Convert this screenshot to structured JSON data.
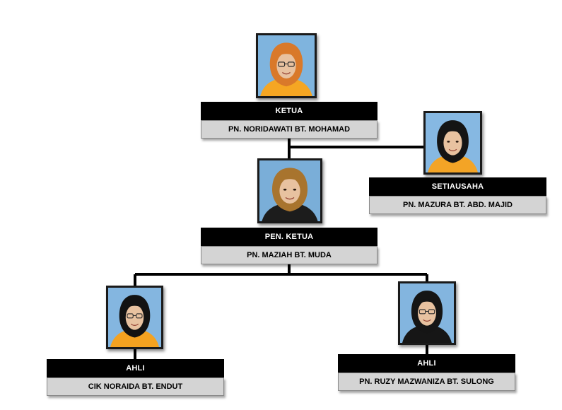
{
  "colors": {
    "role_bar": "#000000",
    "name_bar": "#d4d4d4",
    "connector": "#000000"
  },
  "members": [
    {
      "role": "KETUA",
      "name": "PN. NORIDAWATI BT. MOHAMAD",
      "photo": {
        "headscarf": "#d9792a",
        "background": "#7fb4de",
        "shirt": "#f5a623",
        "glasses": true
      }
    },
    {
      "role": "SETIAUSAHA",
      "name": "PN. MAZURA BT. ABD. MAJID",
      "photo": {
        "headscarf": "#141414",
        "background": "#86b8e2",
        "shirt": "#f3a426",
        "glasses": false
      }
    },
    {
      "role": "PEN. KETUA",
      "name": "PN. MAZIAH BT. MUDA",
      "photo": {
        "headscarf": "#a8742e",
        "background": "#7aaed8",
        "shirt": "#1c1c1c",
        "glasses": false
      }
    },
    {
      "role": "AHLI",
      "name": "CIK NORAIDA BT. ENDUT",
      "photo": {
        "headscarf": "#121212",
        "background": "#84b6e0",
        "shirt": "#f4a220",
        "glasses": true
      }
    },
    {
      "role": "AHLI",
      "name": "PN. RUZY MAZWANIZA BT. SULONG",
      "photo": {
        "headscarf": "#151515",
        "background": "#83b5df",
        "shirt": "#161616",
        "glasses": true
      }
    }
  ]
}
